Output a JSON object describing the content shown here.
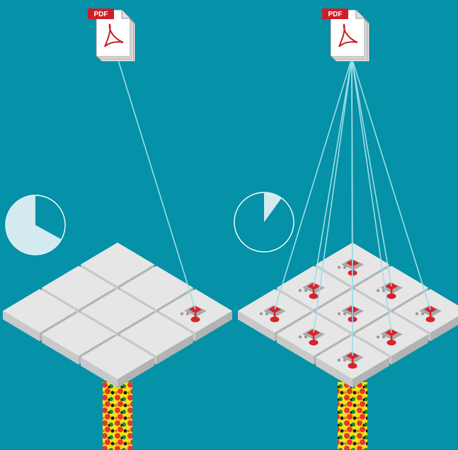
{
  "colors": {
    "background": "#0591a7",
    "tile_top": "#e6e6e6",
    "tile_left": "#c9c9c9",
    "tile_right": "#b3b3b3",
    "thread_line": "#9fdde8",
    "pie_fill": "#d2eaf0",
    "pie_outline": "#ffffff",
    "marker": "#d9222a",
    "pdf_red": "#cc1f25"
  },
  "panels": [
    {
      "name": "single-thread",
      "pdf_label": "PDF",
      "pie_fraction": 0.67,
      "active_tiles": [
        [
          2,
          0
        ]
      ]
    },
    {
      "name": "multi-thread",
      "pdf_label": "PDF",
      "pie_fraction": 0.1,
      "active_tiles": [
        [
          0,
          0
        ],
        [
          1,
          0
        ],
        [
          2,
          0
        ],
        [
          0,
          1
        ],
        [
          1,
          1
        ],
        [
          2,
          1
        ],
        [
          0,
          2
        ],
        [
          1,
          2
        ],
        [
          2,
          2
        ]
      ]
    }
  ]
}
